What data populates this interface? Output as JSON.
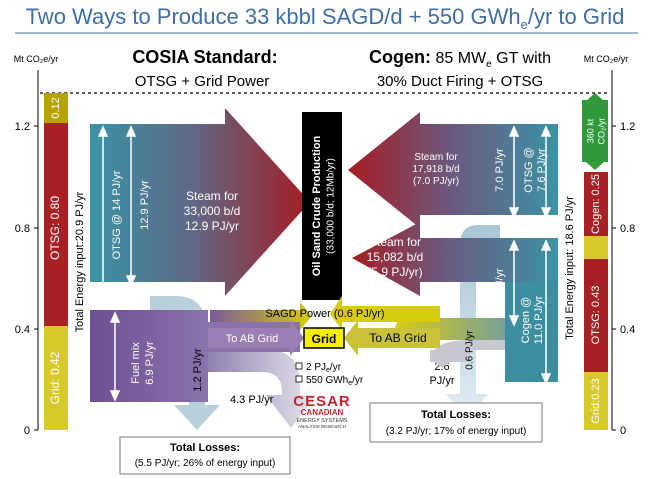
{
  "title": {
    "pre": "Two Ways to Produce 33 kbbl SAGD/d + 550 GWh",
    "sub": "e",
    "post": "/yr to Grid"
  },
  "left_header": {
    "title": "COSIA Standard:",
    "subtitle": "OTSG + Grid Power"
  },
  "right_header": {
    "title": "Cogen:",
    "line1_pre": "85 MW",
    "line1_sub": "e",
    "line1_post": " GT with",
    "line2": "30% Duct Firing + OTSG"
  },
  "axis": {
    "unit_label": "Mt CO₂e/yr",
    "ticks": [
      "1.2",
      "0.8",
      "0.4",
      "0"
    ]
  },
  "left_bar": {
    "segments": [
      {
        "label": "0.12",
        "color": "#b5a400"
      },
      {
        "label": "OTSG: 0.80",
        "color": "#a72024"
      },
      {
        "label": "Grid: 0.42",
        "color": "#d8c92a"
      }
    ]
  },
  "right_bar": {
    "segments": [
      {
        "label": "Cogen: 0.25",
        "color": "#a72024"
      },
      {
        "label": "",
        "color": "#d8c92a"
      },
      {
        "label": "OTSG: 0.43",
        "color": "#a72024"
      },
      {
        "label": "Grid:0.23",
        "color": "#d8c92a"
      }
    ],
    "co2_box": {
      "line1": "360 kt",
      "line2": "CO₂/yr"
    }
  },
  "left_flows": {
    "total_input": "Total Energy input:20.9 PJ/yr",
    "otsg_input": "OTSG @ 14 PJ/yr",
    "otsg_output": "12.9 PJ/yr",
    "steam_line1": "Steam for",
    "steam_line2": "33,000 b/d",
    "steam_line3": "12.9 PJ/yr",
    "fuel_mix_line1": "Fuel mix",
    "fuel_mix_line2": "6.9 PJ/yr",
    "loss_1": "1.2 PJ/yr",
    "loss_2": "4.3 PJ/yr",
    "to_grid": "To AB Grid"
  },
  "right_flows": {
    "total_input": "Total Energy input: 18.6 PJ/yr",
    "steam1_line1": "Steam for",
    "steam1_line2": "17,918 b/d",
    "steam1_line3": "(7.0 PJ/yr)",
    "steam2_line1": "Steam for",
    "steam2_line2": "15,082 b/d",
    "steam2_line3": "(5.9 PJ/yr)",
    "otsg_rate": "7.0 PJ/yr",
    "otsg_label": "OTSG @",
    "otsg_value": "7.6 PJ/yr",
    "cogen_rate": "8.4 PJ/yr",
    "cogen_label": "Cogen @",
    "cogen_value": "11.0 PJ/yr",
    "loss_1": "0.6 PJ/yr",
    "loss_2_line1": "2.6",
    "loss_2_line2": "PJ/yr",
    "to_grid": "To AB Grid"
  },
  "center": {
    "production_title": "Oil Sand Crude Production",
    "production_sub": "(33,000 b/d; 12Mb/yr)",
    "sagd_power": "SAGD Power (0.6 PJ/yr)",
    "grid": "Grid"
  },
  "legend": {
    "item1_pre": "2 PJ",
    "item1_sub": "e",
    "item1_post": "/yr",
    "item2_pre": "550 GWh",
    "item2_sub": "e",
    "item2_post": "/yr"
  },
  "logo": {
    "mark": "CESAR",
    "line1": "CANADIAN",
    "line2": "ENERGY SYSTEMS",
    "line3": "ANALYSIS RESEARCH"
  },
  "losses_left": {
    "title": "Total Losses:",
    "detail": "(5.5 PJ/yr; 26% of energy input)"
  },
  "losses_right": {
    "title": "Total Losses:",
    "detail": "(3.2 PJ/yr; 17% of energy input)"
  },
  "colors": {
    "steam_teal": "#3d8fa0",
    "steam_red": "#a72024",
    "fuel_purple": "#7a5a9a",
    "power_yellow": "#d8cc10",
    "loss_grey": "#c8c8d0",
    "title_blue": "#3f6ea8"
  }
}
